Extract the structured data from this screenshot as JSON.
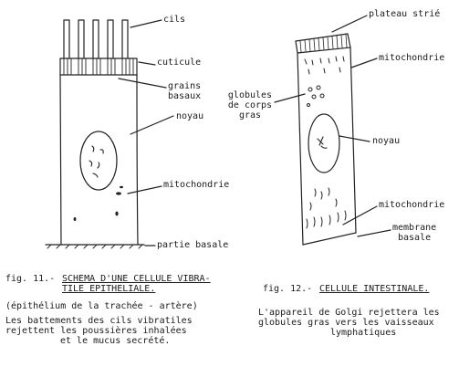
{
  "figure1": {
    "labels": {
      "cils": "cils",
      "cuticule": "cuticule",
      "grains_line1": "grains",
      "grains_line2": "basaux",
      "noyau": "noyau",
      "mitochondrie": "mitochondrie",
      "partie_basale": "partie basale"
    },
    "caption": {
      "number": "fig. 11.-",
      "title_line1": "SCHEMA D'UNE CELLULE VIBRA-",
      "title_line2": "TILE EPITHELIALE.",
      "subtitle": "(épithélium de la trachée - artère)",
      "text_line1": "Les battements des cils vibratiles",
      "text_line2": "rejettent les poussières inhalées",
      "text_line3": "et le mucus secrété."
    }
  },
  "figure2": {
    "labels": {
      "plateau": "plateau strié",
      "mitochondrie_top": "mitochondrie",
      "globules_line1": "globules",
      "globules_line2": "de corps",
      "globules_line3": "gras",
      "noyau": "noyau",
      "mitochondrie_bottom": "mitochondrie",
      "membrane_line1": "membrane",
      "membrane_line2": "basale"
    },
    "caption": {
      "number": "fig. 12.-",
      "title": "CELLULE INTESTINALE.",
      "text_line1": "L'appareil de Golgi rejettera les",
      "text_line2": "globules gras vers les vaisseaux",
      "text_line3": "lymphatiques"
    }
  }
}
